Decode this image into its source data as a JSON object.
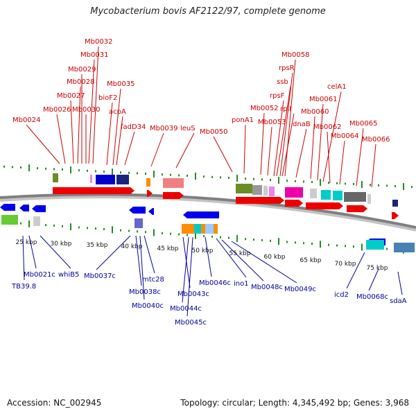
{
  "title": "Mycobacterium bovis AF2122/97, complete genome",
  "footer": {
    "accession": "Accession: NC_002945",
    "topology": "Topology: circular; Length: 4,345,492 bp; Genes: 3,968"
  },
  "scale_labels": [
    "25 kbp",
    "30 kbp",
    "35 kbp",
    "40 kbp",
    "45 kbp",
    "50 kbp",
    "55 kbp",
    "60 kbp",
    "65 kbp",
    "70 kbp",
    "75 kbp"
  ],
  "top_labels": [
    "Mb0024",
    "Mb0026",
    "Mb0027",
    "Mb0028",
    "Mb0029",
    "Mb0030",
    "Mb0031",
    "Mb0032",
    "bioF2",
    "Mb0035",
    "acpA",
    "fadD34",
    "Mb0039",
    "leuS",
    "Mb0050",
    "ponA1",
    "Mb0052",
    "Mb0053",
    "rpsF",
    "ssb",
    "rpsR",
    "rplI",
    "Mb0058",
    "dnaB",
    "Mb0060",
    "Mb0061",
    "celA1",
    "Mb0062",
    "Mb0064",
    "Mb0065",
    "Mb0066"
  ],
  "bottom_labels": [
    "TB39.8",
    "Mb0021c",
    "whiB5",
    "Mb0037c",
    "Mb0038c",
    "Mb0040c",
    "mtc28",
    "Mb0043c",
    "Mb0044c",
    "Mb0045c",
    "Mb0046c",
    "ino1",
    "Mb0048c",
    "Mb0049c",
    "icd2",
    "Mb0068c",
    "sdaA"
  ],
  "colors": {
    "forward_label": "#cc0000",
    "reverse_label": "#000099",
    "forward_arrow": "#ee0000",
    "reverse_arrow": "#0000ee",
    "tick": "#228b22",
    "backbone": "#808080"
  }
}
